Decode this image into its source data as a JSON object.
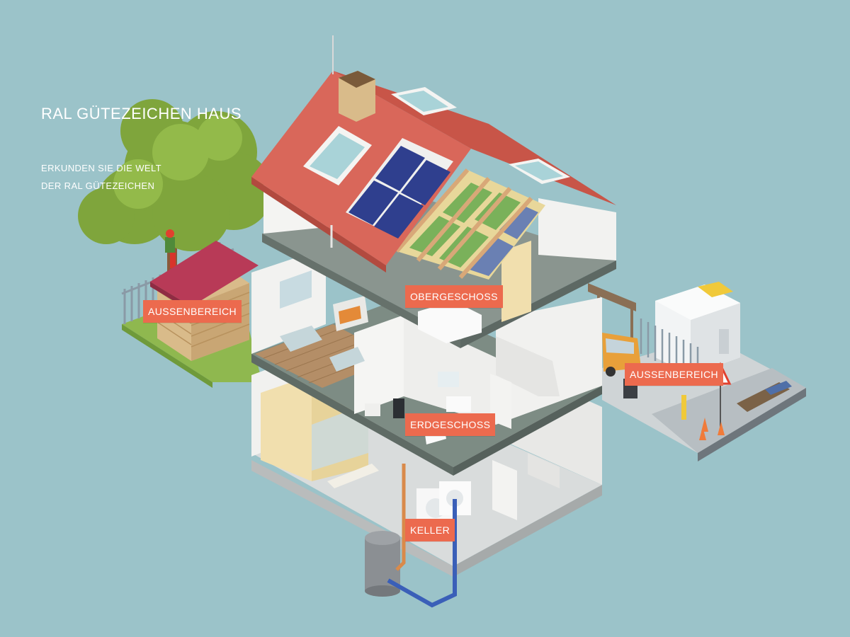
{
  "header": {
    "title": "RAL GÜTEZEICHEN HAUS",
    "subtitle_line1": "ERKUNDEN SIE DIE WELT",
    "subtitle_line2": "DER RAL GÜTEZEICHEN"
  },
  "hotspots": {
    "aussen_left": "AUSSENBEREICH",
    "obergeschoss": "OBERGESCHOSS",
    "erdgeschoss": "ERDGESCHOSS",
    "keller": "KELLER",
    "aussen_right": "AUSSENBEREICH"
  },
  "colors": {
    "background": "#9bc3c9",
    "hotspot": "#ec6a4e",
    "roof": "#d9675a",
    "shed_roof": "#b83a57",
    "grass": "#9bc256",
    "solar_panel": "#2f3f8e",
    "water_pipe": "#3a5fb8",
    "hot_pipe": "#d98a4a"
  }
}
